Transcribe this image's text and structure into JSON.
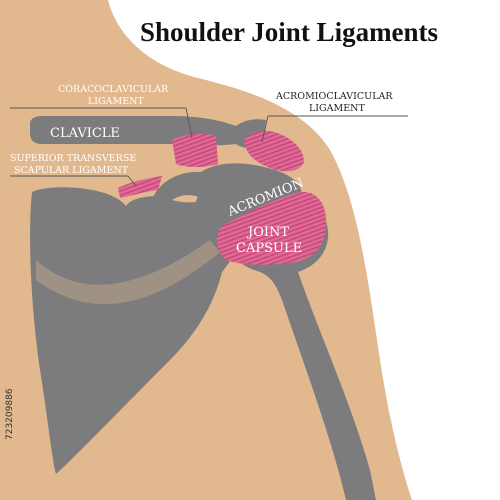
{
  "title": "Shoulder Joint Ligaments",
  "labels": {
    "coracoclavicular_line1": "CORACOCLAVICULAR",
    "coracoclavicular_line2": "LIGAMENT",
    "acromioclavicular_line1": "ACROMIOCLAVICULAR",
    "acromioclavicular_line2": "LIGAMENT",
    "clavicle": "CLAVICLE",
    "superior_transverse_line1": "SUPERIOR TRANSVERSE",
    "superior_transverse_line2": "SCAPULAR LIGAMENT",
    "acromion": "ACROMION",
    "joint_capsule_line1": "JOINT",
    "joint_capsule_line2": "CAPSULE"
  },
  "watermark_id": "723209886",
  "colors": {
    "skin": "#e2b98e",
    "bone": "#7c7c7e",
    "ligament": "#e06b96",
    "ligament_stripe": "#c9497a",
    "leader_line": "#555555",
    "bone_label": "#ffffff",
    "body_label": "#ffffff",
    "outer_label": "#222222"
  }
}
